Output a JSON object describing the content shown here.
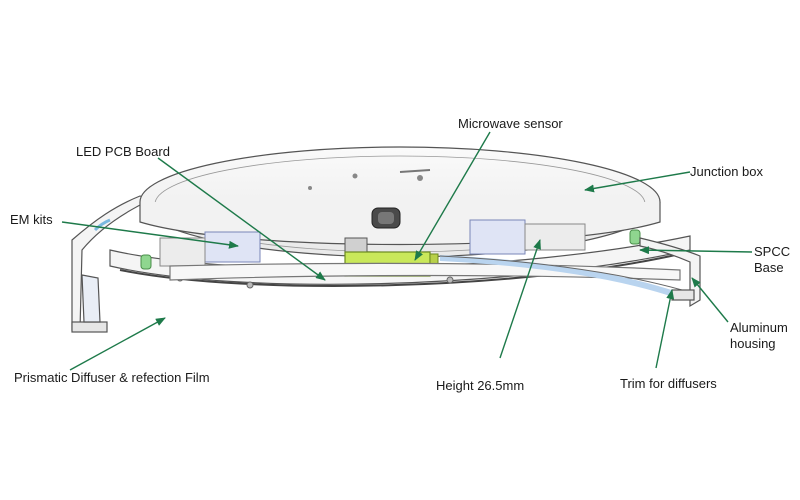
{
  "labels": {
    "microwave_sensor": "Microwave sensor",
    "led_pcb_board": "LED PCB Board",
    "junction_box": "Junction box",
    "em_kits": "EM kits",
    "spcc_line1": "SPCC",
    "spcc_line2": "Base",
    "aluminum_line1": "Aluminum",
    "aluminum_line2": "housing",
    "prismatic_diffuser": "Prismatic Diffuser & refection Film",
    "height": "Height 26.5mm",
    "trim": "Trim for diffusers"
  },
  "colors": {
    "leader_line": "#1e7a4a",
    "outline": "#555555",
    "sensor_fill": "#c9e85a",
    "battery_fill": "#dfe4f5",
    "accent_green": "#8fd68f",
    "trim_blue": "#b9d4ef"
  }
}
